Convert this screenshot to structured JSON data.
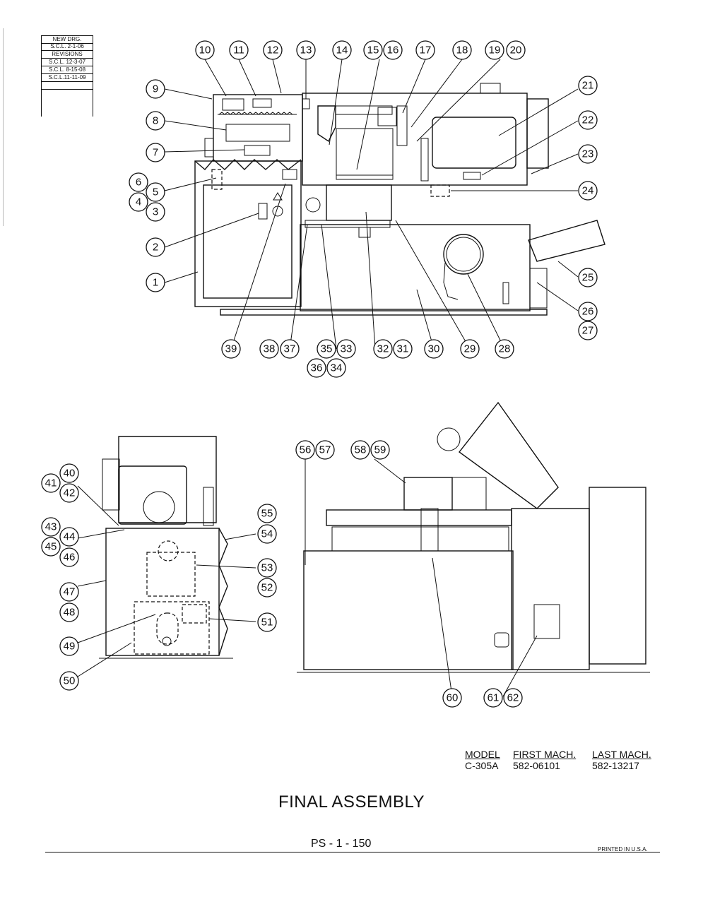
{
  "revisions": {
    "new_drg_label": "NEW DRG.",
    "new_drg_value": "S.C.L. 2-1-06",
    "revisions_label": "REVISIONS",
    "entries": [
      "S.C.L. 12-3-07",
      "S.C.L. 8-15-08",
      "S.C.L.11-11-09"
    ]
  },
  "callouts": {
    "c1": "1",
    "c2": "2",
    "c3": "3",
    "c4": "4",
    "c5": "5",
    "c6": "6",
    "c7": "7",
    "c8": "8",
    "c9": "9",
    "c10": "10",
    "c11": "11",
    "c12": "12",
    "c13": "13",
    "c14": "14",
    "c15": "15",
    "c16": "16",
    "c17": "17",
    "c18": "18",
    "c19": "19",
    "c20": "20",
    "c21": "21",
    "c22": "22",
    "c23": "23",
    "c24": "24",
    "c25": "25",
    "c26": "26",
    "c27": "27",
    "c28": "28",
    "c29": "29",
    "c30": "30",
    "c31": "31",
    "c32": "32",
    "c33": "33",
    "c34": "34",
    "c35": "35",
    "c36": "36",
    "c37": "37",
    "c38": "38",
    "c39": "39",
    "c40": "40",
    "c41": "41",
    "c42": "42",
    "c43": "43",
    "c44": "44",
    "c45": "45",
    "c46": "46",
    "c47": "47",
    "c48": "48",
    "c49": "49",
    "c50": "50",
    "c51": "51",
    "c52": "52",
    "c53": "53",
    "c54": "54",
    "c55": "55",
    "c56": "56",
    "c57": "57",
    "c58": "58",
    "c59": "59",
    "c60": "60",
    "c61": "61",
    "c62": "62"
  },
  "model_table": {
    "headers": [
      "MODEL",
      "FIRST MACH.",
      "LAST MACH."
    ],
    "row": [
      "C-305A",
      "582-06101",
      "582-13217"
    ]
  },
  "title": "FINAL ASSEMBLY",
  "page_number": "PS - 1 - 150",
  "printed": "PRINTED IN U.S.A."
}
